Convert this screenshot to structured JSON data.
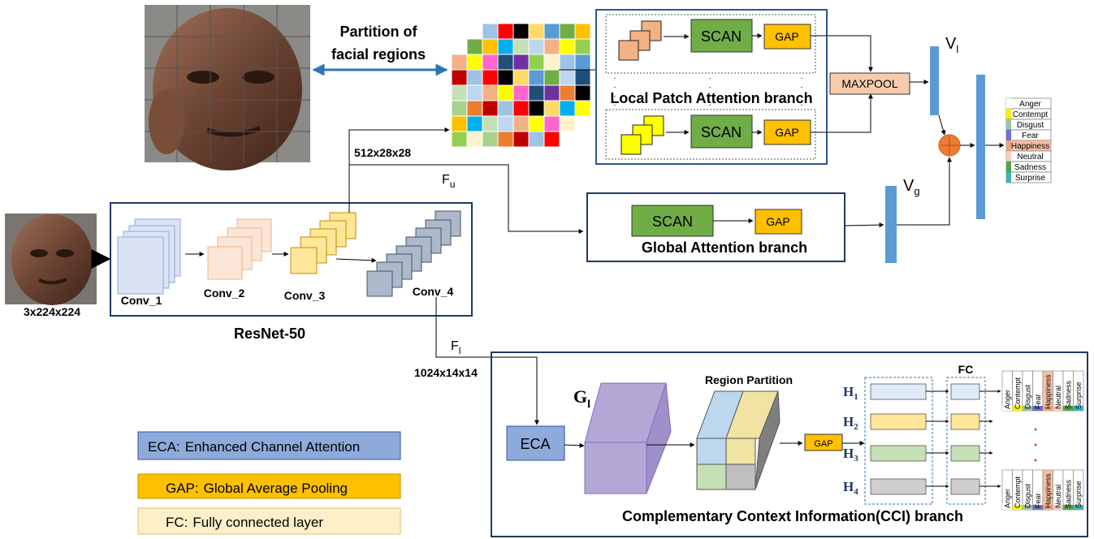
{
  "input": {
    "size": "3x224x224"
  },
  "backbone": {
    "title": "ResNet-50",
    "layers": [
      "Conv_1",
      "Conv_2",
      "Conv_3",
      "Conv_4"
    ]
  },
  "shapes": {
    "mid": "512x28x28",
    "deep": "1024x14x14"
  },
  "features": {
    "upper": "F",
    "upper_sub": "u",
    "lower": "F",
    "lower_sub": "l"
  },
  "partition": {
    "line1": "Partition of",
    "line2": "facial regions"
  },
  "local_branch": {
    "title": "Local Patch Attention branch",
    "scan": "SCAN",
    "gap": "GAP",
    "maxpool": "MAXPOOL",
    "vector": "V",
    "vector_sub": "l"
  },
  "global_branch": {
    "title": "Global Attention branch",
    "scan": "SCAN",
    "gap": "GAP",
    "vector": "V",
    "vector_sub": "g"
  },
  "emotions": [
    "Anger",
    "Contempt",
    "Disgust",
    "Fear",
    "Happiness",
    "Neutral",
    "Sadness",
    "Surprise"
  ],
  "emotion_colors": [
    "#ffffff",
    "#fff200",
    "#9dc3a0",
    "#6f6fe0",
    "#f0a27c",
    "#f4cfc0",
    "#4da84d",
    "#3fb1b8"
  ],
  "cci_branch": {
    "title": "Complementary Context Information(CCI) branch",
    "eca": "ECA",
    "g_label": "G",
    "g_sub": "l",
    "region_partition": "Region Partition",
    "gap": "GAP",
    "fc": "FC",
    "h_labels": [
      "H",
      "H",
      "H",
      "H"
    ],
    "h_subs": [
      "1",
      "2",
      "3",
      "4"
    ]
  },
  "legend": [
    {
      "key": "ECA:",
      "text": "Enhanced Channel Attention",
      "color": "#8eaadb"
    },
    {
      "key": "GAP:",
      "text": "Global Average Pooling",
      "color": "#ffc000"
    },
    {
      "key": "FC:",
      "text": "Fully connected layer",
      "color": "#fdefc8"
    }
  ]
}
